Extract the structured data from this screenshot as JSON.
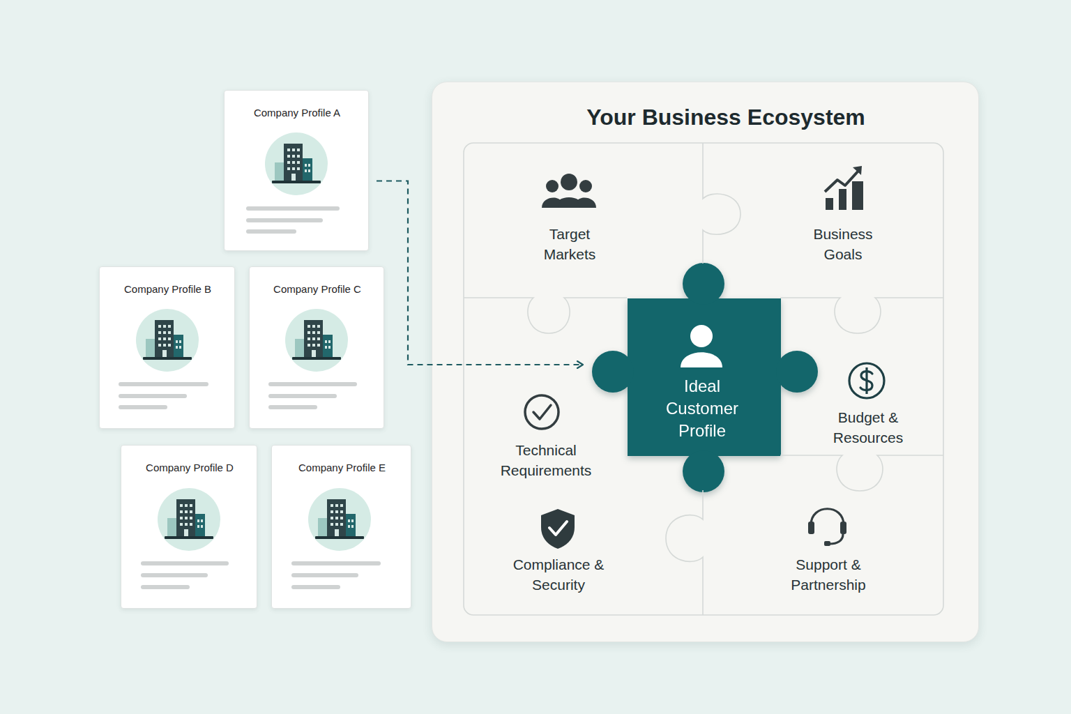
{
  "diagram": {
    "nodes": [
      {
        "text": [
          "Company Profile A"
        ]
      },
      {
        "text": [
          "Company Profile B"
        ]
      },
      {
        "text": [
          "Company Profile C"
        ]
      },
      {
        "text": [
          "Company Profile D"
        ]
      },
      {
        "text": [
          "Company Profile E"
        ]
      },
      {
        "text": [
          "Your Business Ecosystem"
        ]
      },
      {
        "text": [
          "Target Markets"
        ],
        "in": 5
      },
      {
        "text": [
          "Business Goals"
        ],
        "in": 5
      },
      {
        "text": [
          "Ideal Customer Profile"
        ],
        "in": 5
      },
      {
        "text": [
          "Technical Requirements"
        ],
        "in": 5
      },
      {
        "text": [
          "Budget & Resources"
        ],
        "in": 5
      },
      {
        "text": [
          "Compliance & Security"
        ],
        "in": 5
      },
      {
        "text": [
          "Support & Partnership"
        ],
        "in": 5
      }
    ],
    "edges": [
      {
        "from": 0,
        "to": 8,
        "arrow": "to"
      }
    ]
  }
}
